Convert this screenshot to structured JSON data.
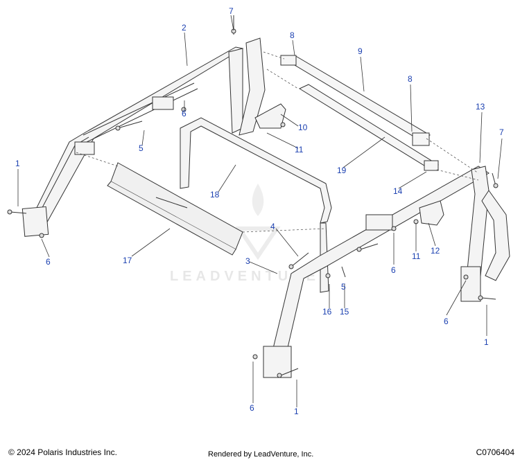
{
  "callouts": [
    {
      "label": "1"
    },
    {
      "label": "1"
    },
    {
      "label": "1"
    },
    {
      "label": "2"
    },
    {
      "label": "3"
    },
    {
      "label": "4"
    },
    {
      "label": "5"
    },
    {
      "label": "5"
    },
    {
      "label": "6"
    },
    {
      "label": "6"
    },
    {
      "label": "6"
    },
    {
      "label": "6"
    },
    {
      "label": "6"
    },
    {
      "label": "7"
    },
    {
      "label": "7"
    },
    {
      "label": "8"
    },
    {
      "label": "8"
    },
    {
      "label": "9"
    },
    {
      "label": "10"
    },
    {
      "label": "11"
    },
    {
      "label": "11"
    },
    {
      "label": "12"
    },
    {
      "label": "13"
    },
    {
      "label": "14"
    },
    {
      "label": "15"
    },
    {
      "label": "16"
    },
    {
      "label": "17"
    },
    {
      "label": "18"
    },
    {
      "label": "19"
    }
  ],
  "watermark": "LEADVENTURE",
  "footer": {
    "copyright": "© 2024 Polaris Industries Inc.",
    "rendered_by": "Rendered by LeadVenture, Inc.",
    "diagram_id": "C0706404"
  },
  "colors": {
    "callout": "#1a3fb0",
    "line": "#333333",
    "part_fill": "#f2f2f2"
  }
}
